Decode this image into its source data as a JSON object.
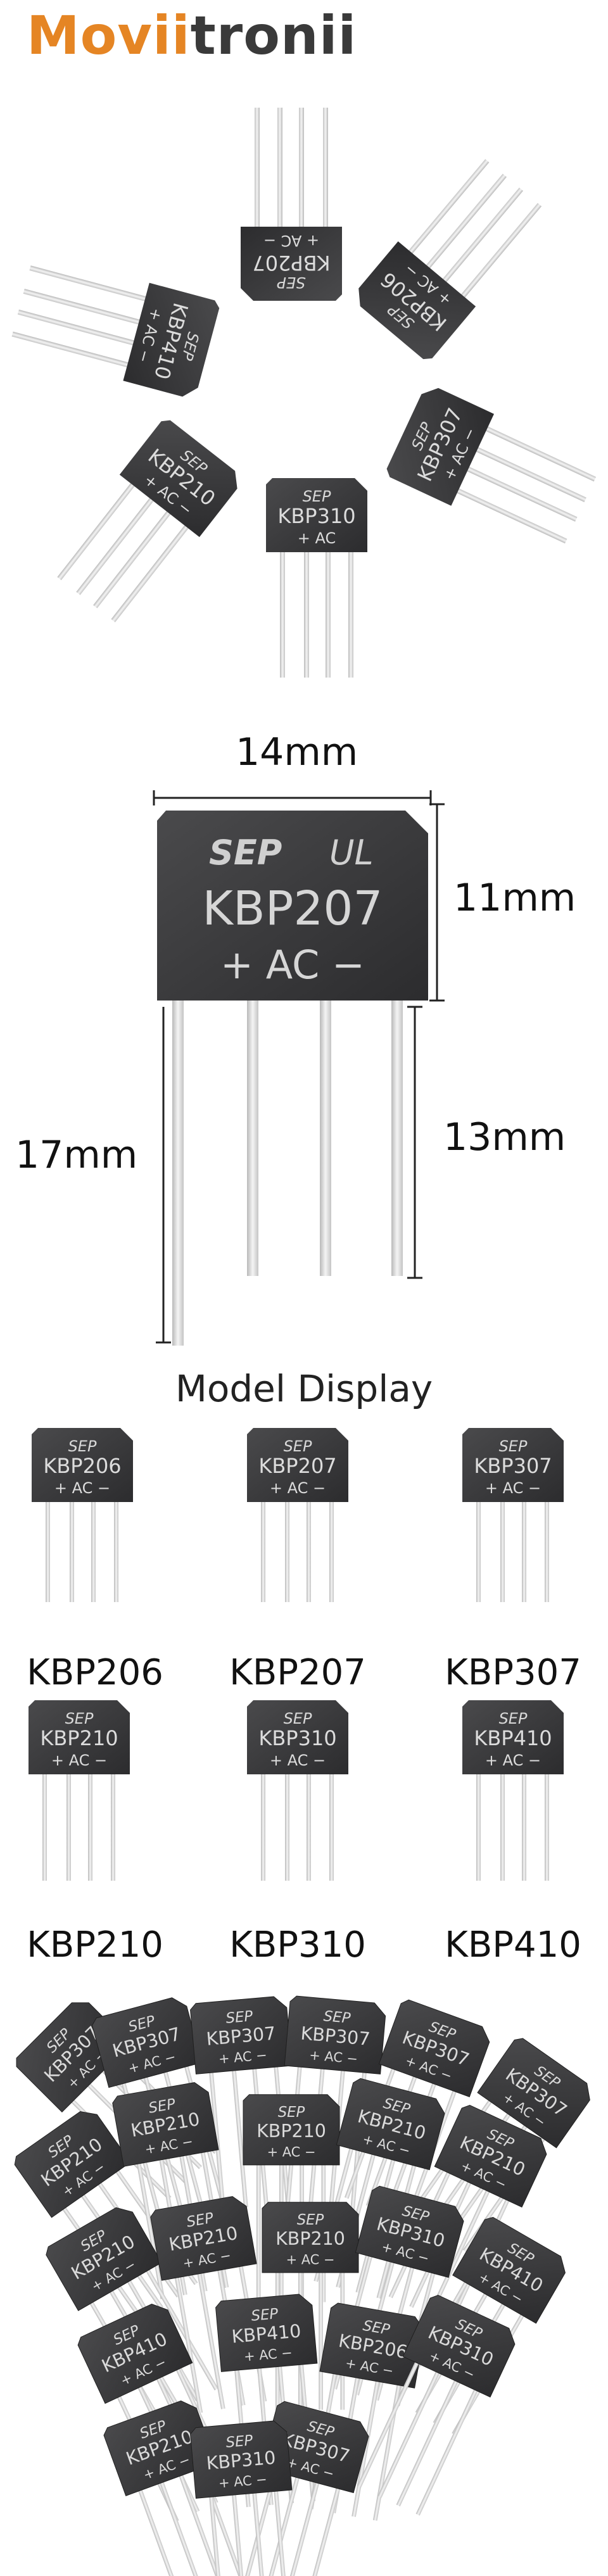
{
  "brand": {
    "part1": "Movii",
    "part2": "tronii",
    "accent_color": "#e58524",
    "dark_color": "#3a3a3a"
  },
  "component_marking": {
    "logo_left": "SEP",
    "logo_right": "UL"
  },
  "hero": {
    "components": [
      {
        "model": "KBP207",
        "sub": "+ AC −"
      },
      {
        "model": "KBP206",
        "sub": "+ AC −"
      },
      {
        "model": "KBP307",
        "sub": "+ AC −"
      },
      {
        "model": "KBP310",
        "sub": "+ AC"
      },
      {
        "model": "KBP210",
        "sub": "+ AC −"
      },
      {
        "model": "KBP410",
        "sub": "+ AC −"
      }
    ]
  },
  "dimensions": {
    "model": "KBP207",
    "sub": "+ AC −",
    "width_label": "14mm",
    "body_height_label": "11mm",
    "lead_length_label": "13mm",
    "total_lead_label": "17mm"
  },
  "model_display": {
    "title": "Model Display",
    "models": [
      {
        "model": "KBP206",
        "label": "KBP206"
      },
      {
        "model": "KBP207",
        "label": "KBP207"
      },
      {
        "model": "KBP307",
        "label": "KBP307"
      },
      {
        "model": "KBP210",
        "label": "KBP210"
      },
      {
        "model": "KBP310",
        "label": "KBP310"
      },
      {
        "model": "KBP410",
        "label": "KBP410"
      }
    ]
  },
  "bulk_pile": {
    "models": [
      "KBP307",
      "KBP307",
      "KBP307",
      "KBP307",
      "KBP307",
      "KBP307",
      "KBP210",
      "KBP210",
      "KBP210",
      "KBP210",
      "KBP210",
      "KBP210",
      "KBP210",
      "KBP210",
      "KBP310",
      "KBP410",
      "KBP410",
      "KBP410",
      "KBP206",
      "KBP310",
      "KBP210",
      "KBP307",
      "KBP310"
    ]
  }
}
